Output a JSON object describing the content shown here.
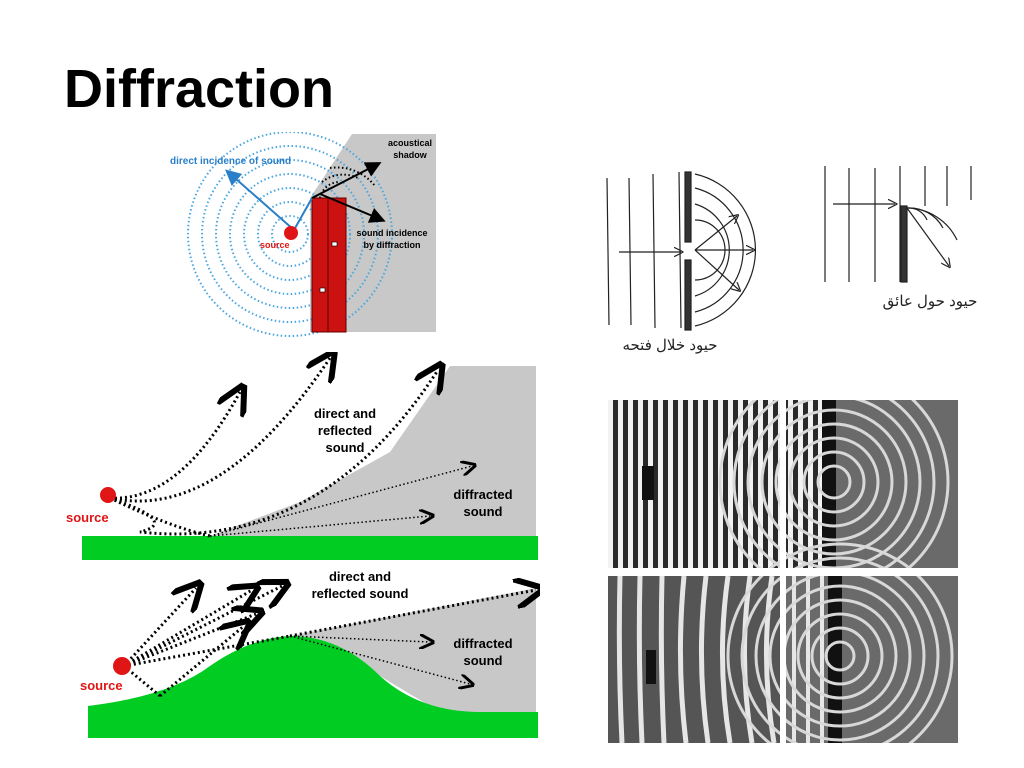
{
  "slide": {
    "title": "Diffraction"
  },
  "wall_diagram": {
    "label_direct": "direct incidence of sound",
    "label_shadow_line1": "acoustical",
    "label_shadow_line2": "shadow",
    "label_source": "source",
    "label_diffraction_line1": "sound incidence",
    "label_diffraction_line2": "by diffraction",
    "colors": {
      "wall": "#cc1111",
      "shadow": "#c8c8c8",
      "waves": "#4aa6e0",
      "source": "#e01515"
    }
  },
  "sketch": {
    "caption_left": "حيود خلال فتحه",
    "caption_right": "حيود حول عائق"
  },
  "flat_ground": {
    "label_direct_line1": "direct and",
    "label_direct_line2": "reflected",
    "label_direct_line3": "sound",
    "label_diffracted_line1": "diffracted",
    "label_diffracted_line2": "sound",
    "label_source": "source",
    "colors": {
      "ground": "#00cc22",
      "shadow": "#c8c8c8",
      "source": "#e01515"
    }
  },
  "hill_ground": {
    "label_direct_line1": "direct and",
    "label_direct_line2": "reflected sound",
    "label_diffracted_line1": "diffracted",
    "label_diffracted_line2": "sound",
    "label_source": "source"
  }
}
